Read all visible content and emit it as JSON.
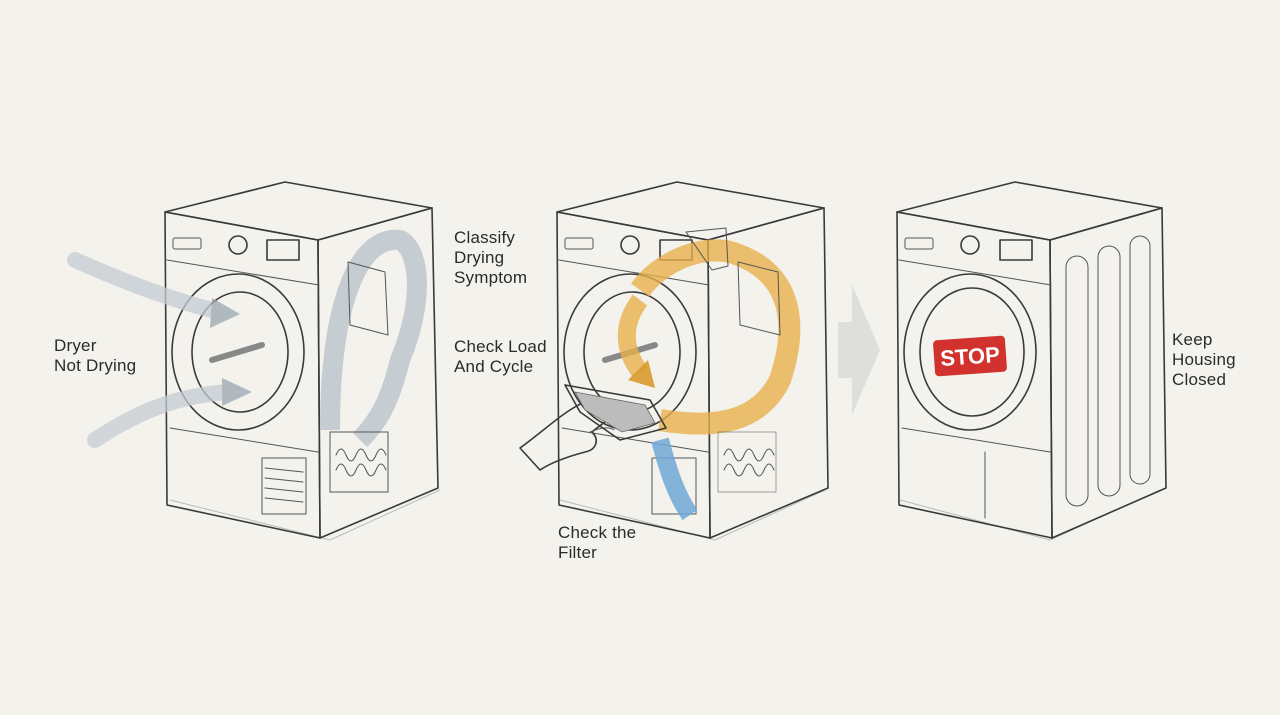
{
  "steps": [
    {
      "label_lines": [
        "Dryer",
        "Not Drying"
      ]
    },
    {
      "label_lines": [
        "Classify",
        "Drying",
        "Symptom"
      ]
    },
    {
      "label_lines": [
        "Check Load",
        "And Cycle"
      ]
    },
    {
      "label_lines": [
        "Check the",
        "Filter"
      ]
    },
    {
      "label_lines": [
        "Keep",
        "Housing",
        "Closed"
      ]
    }
  ],
  "stop_sign": {
    "text": "STOP",
    "color": "#d2322d"
  },
  "colors": {
    "background": "#f3f2ec",
    "ink": "#3a3a3a",
    "airflow_grey": "#b9c3cc",
    "airflow_blue": "#6fa8d6",
    "hot_air_orange": "#e8b04a",
    "arrow_grey": "#d9d9d6"
  },
  "icons": [
    "dryer-icon",
    "airflow-arrow-icon",
    "hand-icon",
    "lint-filter-icon",
    "next-step-arrow-icon",
    "stop-sign-icon"
  ]
}
